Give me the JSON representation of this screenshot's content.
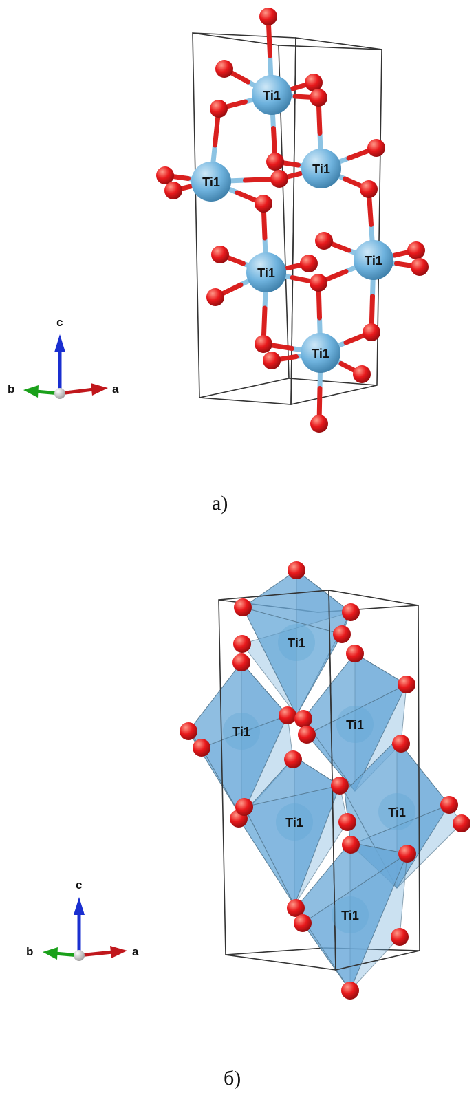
{
  "panels": [
    {
      "caption": "а)",
      "ti_label": "Ti1",
      "style": "ball-and-stick"
    },
    {
      "caption": "б)",
      "ti_label": "Ti1",
      "style": "polyhedral"
    }
  ],
  "axes": {
    "a": "a",
    "b": "b",
    "c": "c"
  },
  "colors": {
    "titanium": "#5fa6d4",
    "oxygen": "#e0191c",
    "bond_ti": "#8cc3e3",
    "bond_o": "#d9201f",
    "polyhedron": "#6aa9d8",
    "polyhedron_edge": "#4e6f86",
    "cell": "#333333",
    "axis_a": "#c0171c",
    "axis_b": "#1aa01a",
    "axis_c": "#1a2fd0",
    "origin": "#d9d9d9"
  },
  "icons": {
    "ti_atom": "ti-atom-sphere",
    "o_atom": "o-atom-sphere"
  }
}
